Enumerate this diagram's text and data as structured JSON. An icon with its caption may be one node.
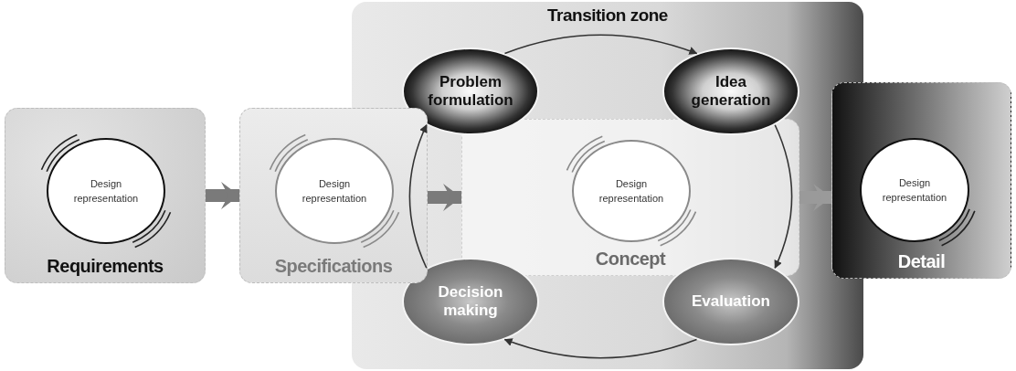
{
  "diagram": {
    "nodes": [
      {
        "text": [
          "Requirements"
        ]
      },
      {
        "text": [
          "Design representation"
        ],
        "in": 0
      },
      {
        "text": [
          "Specifications"
        ]
      },
      {
        "text": [
          "Design representation"
        ],
        "in": 2
      },
      {
        "text": [
          "Transition zone"
        ]
      },
      {
        "text": [
          "Problem formulation"
        ],
        "in": 4
      },
      {
        "text": [
          "Idea generation"
        ],
        "in": 4
      },
      {
        "text": [
          "Concept"
        ],
        "in": 4
      },
      {
        "text": [
          "Design representation"
        ],
        "in": 7
      },
      {
        "text": [
          "Decision making"
        ],
        "in": 4
      },
      {
        "text": [
          "Evaluation"
        ],
        "in": 4
      },
      {
        "text": [
          "Detail"
        ]
      },
      {
        "text": [
          "Design representation"
        ],
        "in": 11
      }
    ],
    "edges": [
      {
        "from": 0,
        "to": 2,
        "arrow": "to",
        "style": "thick",
        "color": "#7a7a7a"
      },
      {
        "from": 2,
        "to": 7,
        "arrow": "to",
        "style": "thick",
        "color": "#7a7a7a"
      },
      {
        "from": 7,
        "to": 11,
        "arrow": "to",
        "style": "thick",
        "color": "#9a9a9a"
      },
      {
        "from": 5,
        "to": 6,
        "arrow": "to"
      },
      {
        "from": 6,
        "to": 10,
        "arrow": "to"
      },
      {
        "from": 10,
        "to": 9,
        "arrow": "to"
      },
      {
        "from": 9,
        "to": 5,
        "arrow": "to"
      }
    ]
  }
}
